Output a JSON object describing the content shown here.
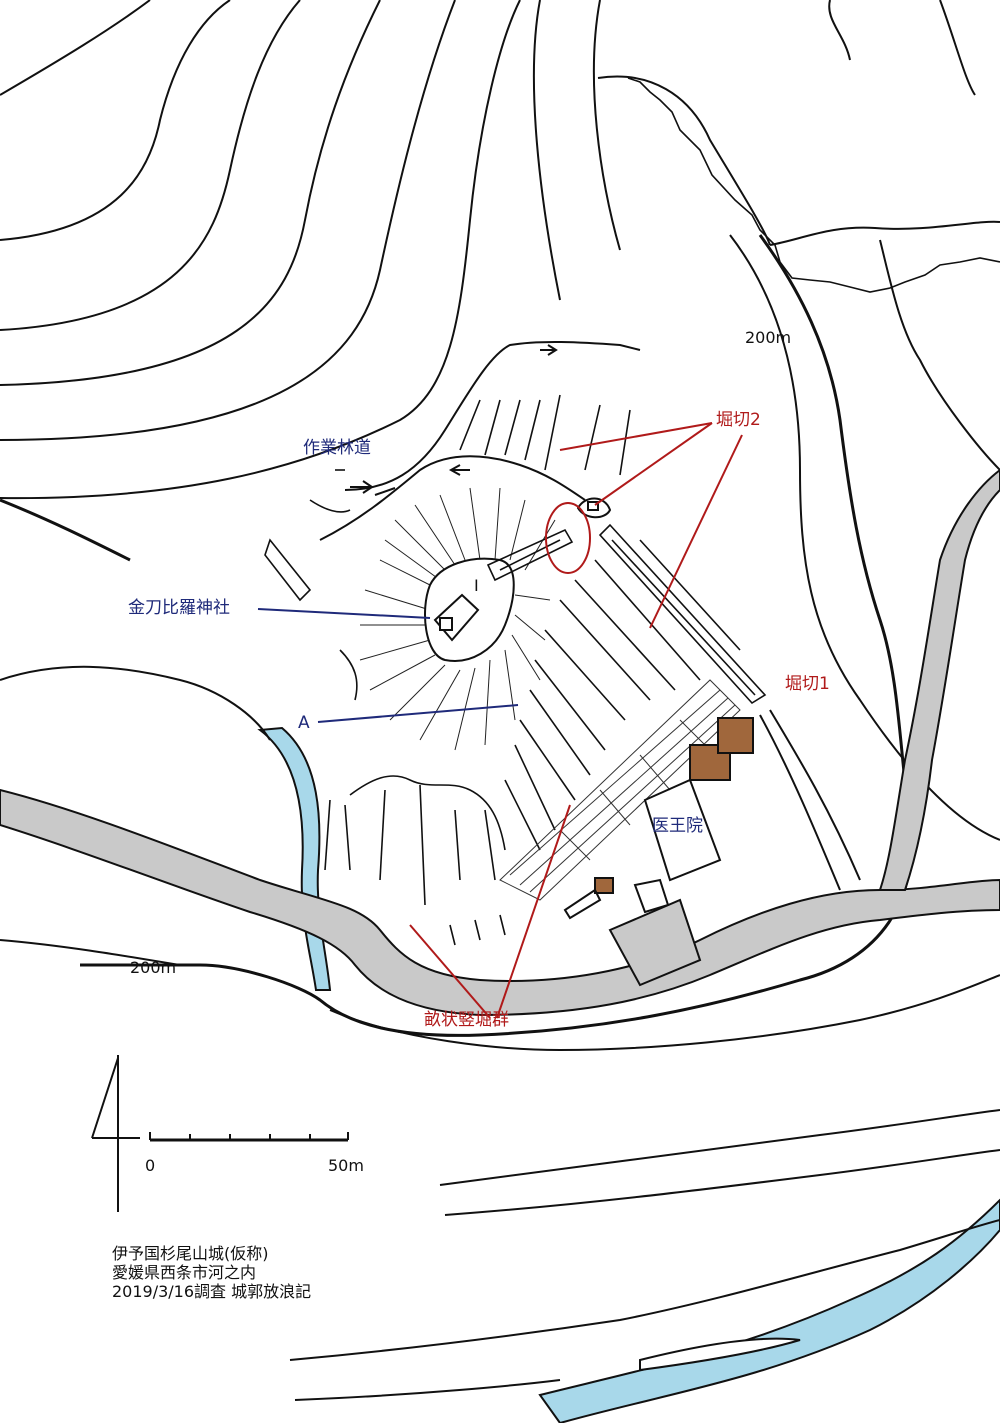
{
  "labels": {
    "forest_road": "作業林道",
    "shrine": "金刀比羅神社",
    "point_a": "A",
    "enclosure_1": "I",
    "trench_2": "堀切2",
    "trench_1": "堀切1",
    "temple": "医王院",
    "trench_group": "畝状竪堀群",
    "contour_top": "200m",
    "contour_bottom": "200m"
  },
  "scale_bar": {
    "start": "0",
    "end": "50m"
  },
  "credit": {
    "line1": "伊予国杉尾山城(仮称)",
    "line2": "愛媛県西条市河之内",
    "line3": "2019/3/16調査 城郭放浪記"
  },
  "colors": {
    "line": "#111111",
    "road": "#c9c9c9",
    "river": "#a8d8ea",
    "building": "#a0673c",
    "label_blue": "#1f2a7a",
    "label_red": "#b01a1a"
  }
}
